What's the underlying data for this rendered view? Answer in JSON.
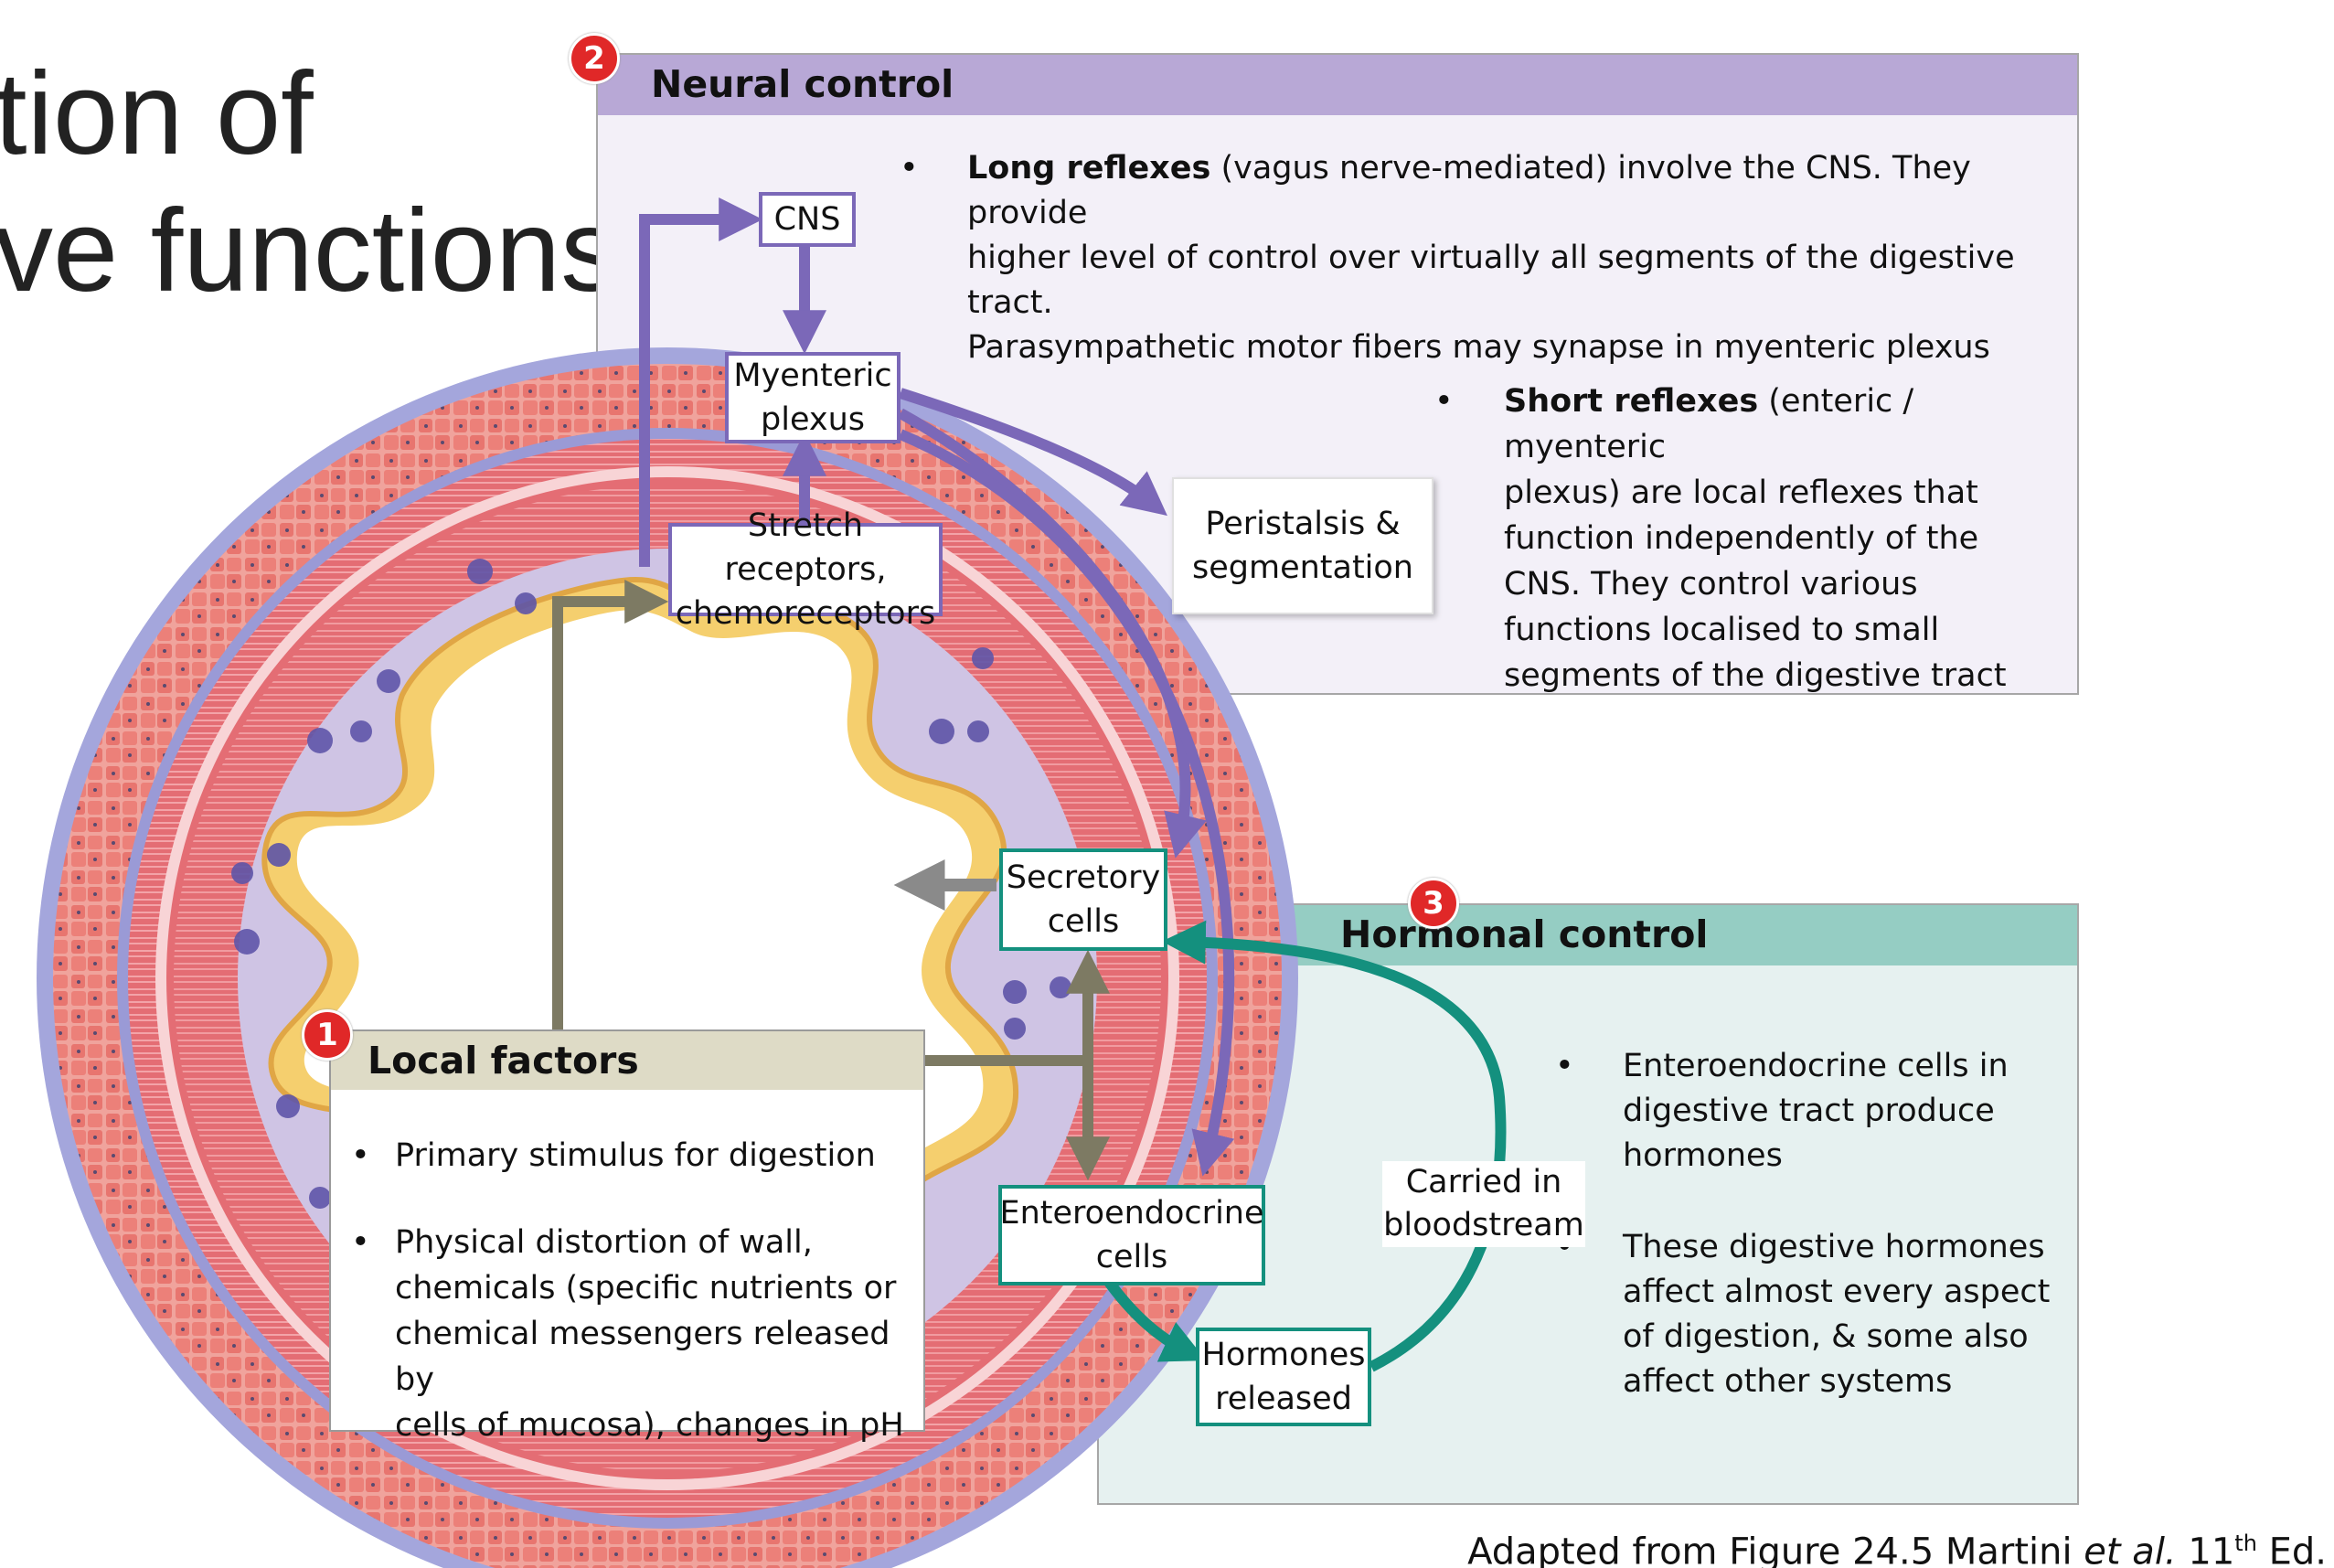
{
  "slide": {
    "title_line1": "tion of",
    "title_line2": "ve functions"
  },
  "neural": {
    "badge": "2",
    "title": "Neural control",
    "long_reflex_term": "Long reflexes",
    "long_reflex_line1": " (vagus nerve-mediated) involve the CNS. They provide",
    "long_reflex_line2": "higher level of control over virtually all segments of the digestive tract.",
    "long_reflex_line3": "Parasympathetic motor fibers may synapse in myenteric plexus",
    "short_reflex_term": "Short reflexes",
    "short_reflex_line1": " (enteric / myenteric",
    "short_reflex_line2": "plexus) are local reflexes that",
    "short_reflex_line3": "function independently of the",
    "short_reflex_line4": "CNS. They control various",
    "short_reflex_line5": "functions localised to small",
    "short_reflex_line6": "segments of the digestive tract"
  },
  "hormonal": {
    "badge": "3",
    "title": "Hormonal control",
    "bullet1_line1": "Enteroendocrine cells in",
    "bullet1_line2": "digestive tract produce",
    "bullet1_line3": "hormones",
    "bullet2_line1": "These digestive hormones",
    "bullet2_line2": "affect almost every aspect",
    "bullet2_line3": "of digestion, & some also",
    "bullet2_line4": "affect other systems"
  },
  "local": {
    "badge": "1",
    "title": "Local factors",
    "bullet1_line1": "Primary stimulus for digestion",
    "bullet2_line1": "Physical distortion of wall,",
    "bullet2_line2": "chemicals (specific nutrients or",
    "bullet2_line3": "chemical messengers released by",
    "bullet2_line4": "cells of mucosa), changes in pH"
  },
  "nodes": {
    "cns": "CNS",
    "myenteric_line1": "Myenteric",
    "myenteric_line2": "plexus",
    "stretch_line1": "Stretch receptors,",
    "stretch_line2": "chemoreceptors",
    "peristalsis_line1": "Peristalsis &",
    "peristalsis_line2": "segmentation",
    "secretory_line1": "Secretory",
    "secretory_line2": "cells",
    "entero_line1": "Enteroendocrine",
    "entero_line2": "cells",
    "hormones_line1": "Hormones",
    "hormones_line2": "released",
    "blood_line1": "Carried in",
    "blood_line2": "bloodstream"
  },
  "caption": {
    "prefix": "Adapted from Figure 24.5 Martini ",
    "etal": "et al.",
    "edition": " 11",
    "sup": "th",
    "suffix": " Ed."
  },
  "colors": {
    "neural": "#7b68b8",
    "hormonal": "#14907e",
    "local": "#7d7a63",
    "muscle": "#e8707a",
    "serosa": "#9a9ad6",
    "submucosa": "#cfc4e4",
    "villi": "#f3c868"
  }
}
